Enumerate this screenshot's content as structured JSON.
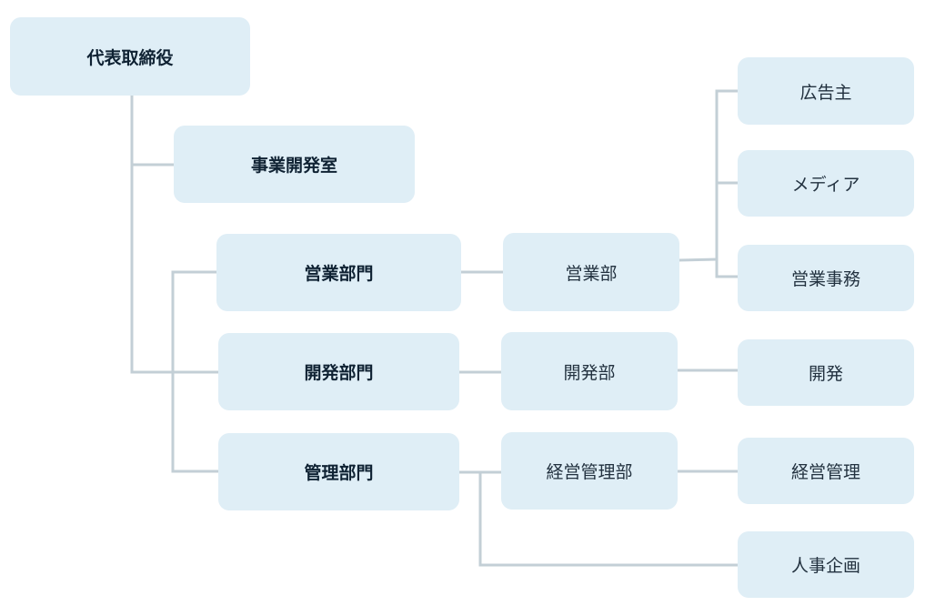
{
  "nodes": {
    "ceo": "代表取締役",
    "bizdev": "事業開発室",
    "sales_div": "営業部門",
    "dev_div": "開発部門",
    "admin_div": "管理部門",
    "sales_dept": "営業部",
    "dev_dept": "開発部",
    "mgmt_dept": "経営管理部",
    "advertiser": "広告主",
    "media": "メディア",
    "sales_office": "営業事務",
    "development": "開発",
    "management": "経営管理",
    "hr_planning": "人事企画"
  },
  "colors": {
    "box_fill": "#dfeef6",
    "connector": "#c3cfd6",
    "text": "#22313f"
  }
}
